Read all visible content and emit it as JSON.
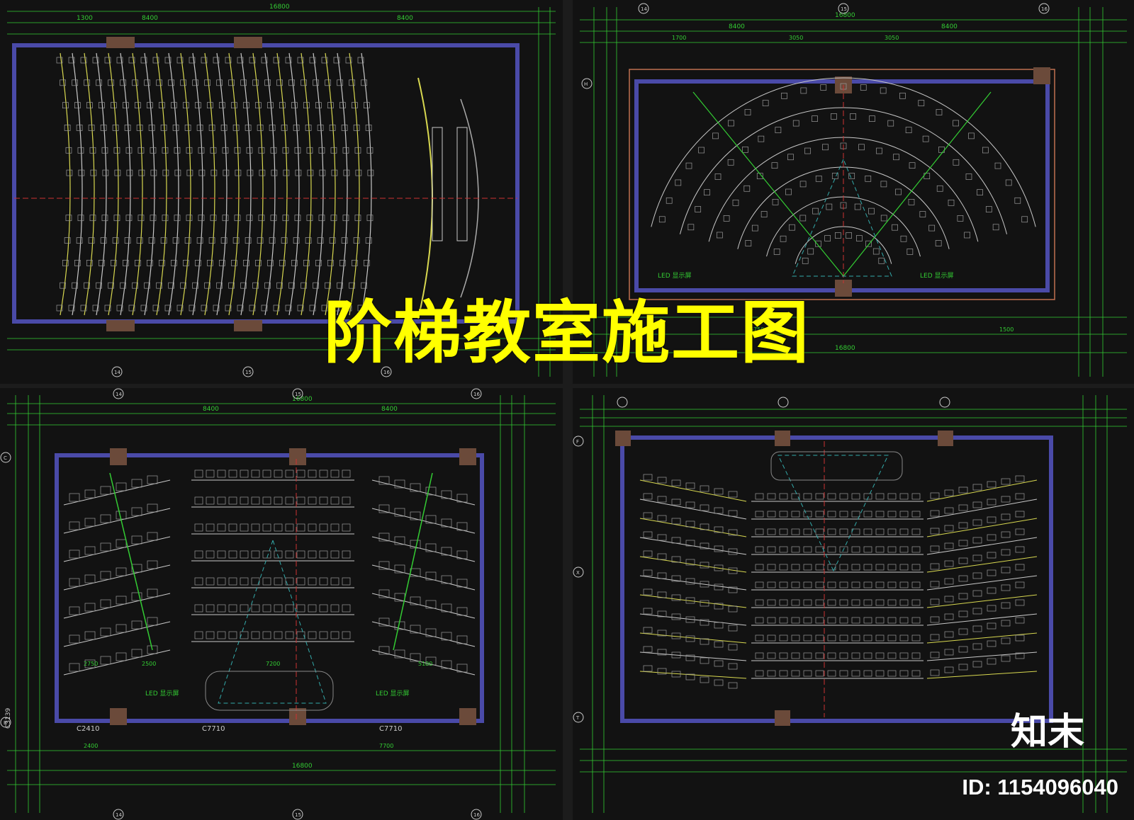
{
  "title": "阶梯教室施工图",
  "logo_text": "知末",
  "id_label": "ID: 1154096040",
  "colors": {
    "background": "#121212",
    "wall": "#4a4aa8",
    "dim": "#33cc33",
    "seat": "#c8c8c8",
    "row_yellow": "#d8d850",
    "title": "#ffff00"
  },
  "panels": [
    {
      "id": "tl",
      "dims": [
        "16800",
        "8400",
        "1300"
      ],
      "grid": [
        "14",
        "15",
        "16"
      ]
    },
    {
      "id": "tr",
      "dims": [
        "16800",
        "8400",
        "8400",
        "1700",
        "3050",
        "3050",
        "6750",
        "1500"
      ],
      "grid": [
        "14",
        "15",
        "16",
        "H"
      ],
      "labels": [
        "LED 显示屏",
        "LED 显示屏"
      ]
    },
    {
      "id": "bl",
      "dims": [
        "16800",
        "8400",
        "8400",
        "2750",
        "2500",
        "7200",
        "5100",
        "7700",
        "2400"
      ],
      "grid": [
        "14",
        "15",
        "16",
        "C",
        "B"
      ],
      "labels": [
        "C2410",
        "C7710",
        "C7710",
        "LED 显示屏",
        "LED 显示屏",
        "C3139"
      ]
    },
    {
      "id": "br",
      "dims": [],
      "grid": [
        "F",
        "X",
        "T"
      ],
      "labels": []
    }
  ]
}
